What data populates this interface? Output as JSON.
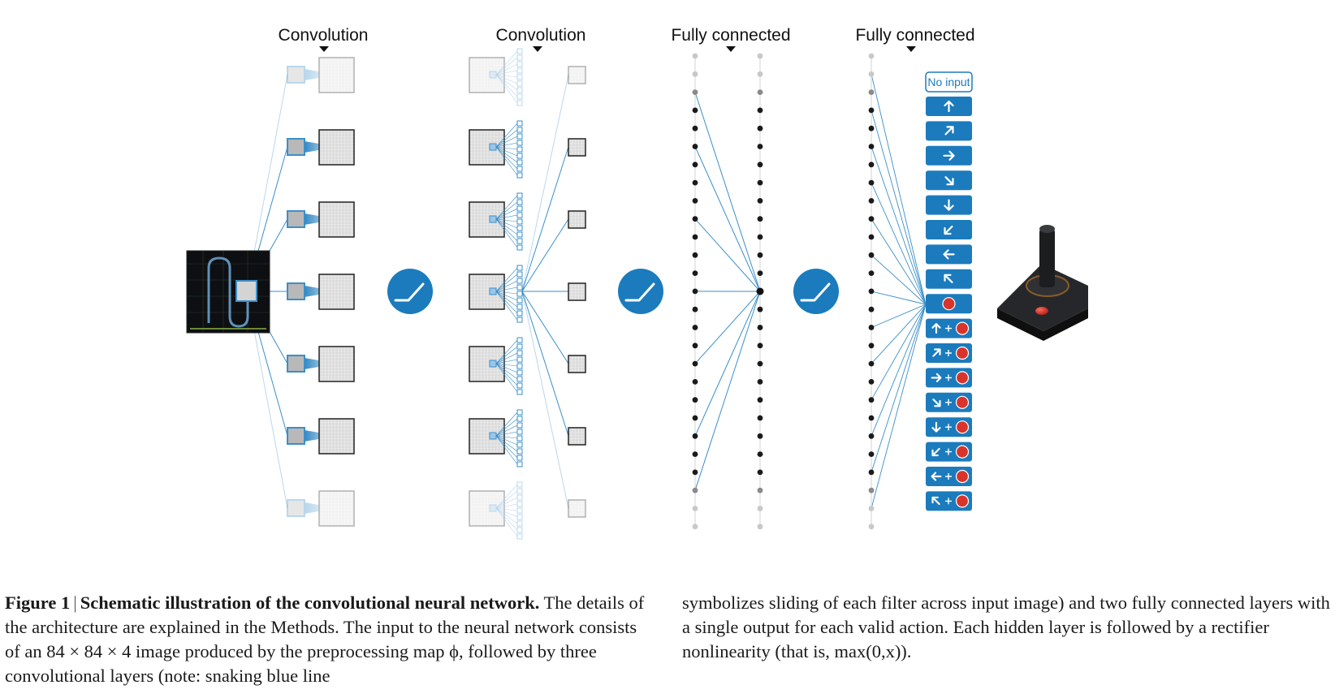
{
  "figure": {
    "layer_labels": [
      "Convolution",
      "Convolution",
      "Fully connected",
      "Fully connected"
    ],
    "no_input_label": "No input",
    "actions": [
      {
        "arrow": "up",
        "fire": false
      },
      {
        "arrow": "up-right",
        "fire": false
      },
      {
        "arrow": "right",
        "fire": false
      },
      {
        "arrow": "down-right",
        "fire": false
      },
      {
        "arrow": "down",
        "fire": false
      },
      {
        "arrow": "down-left",
        "fire": false
      },
      {
        "arrow": "left",
        "fire": false
      },
      {
        "arrow": "up-left",
        "fire": false
      },
      {
        "arrow": "none",
        "fire": true
      },
      {
        "arrow": "up",
        "fire": true
      },
      {
        "arrow": "up-right",
        "fire": true
      },
      {
        "arrow": "right",
        "fire": true
      },
      {
        "arrow": "down-right",
        "fire": true
      },
      {
        "arrow": "down",
        "fire": true
      },
      {
        "arrow": "down-left",
        "fire": true
      },
      {
        "arrow": "left",
        "fire": true
      },
      {
        "arrow": "up-left",
        "fire": true
      }
    ],
    "colors": {
      "accent_blue": "#1b7bbd",
      "line_blue": "#3a8fca",
      "fire_red": "#d9342b",
      "feature_map_gray": "#d4d4d4",
      "neuron_dark": "#1a1a1a",
      "neuron_faded": "#c8c8c8"
    },
    "icons": [
      "relu-icon",
      "joystick-icon",
      "game-screen-icon"
    ]
  },
  "caption": {
    "label": "Figure 1",
    "title": "Schematic illustration of the convolutional neural network.",
    "left_body": "The details of the architecture are explained in the Methods. The input to the neural network consists of an 84 × 84 × 4 image produced by the preprocessing map ϕ, followed by three convolutional layers (note: snaking blue line",
    "right_body": "symbolizes sliding of each filter across input image) and two fully connected layers with a single output for each valid action. Each hidden layer is followed by a rectifier nonlinearity (that is, max(0,x))."
  }
}
